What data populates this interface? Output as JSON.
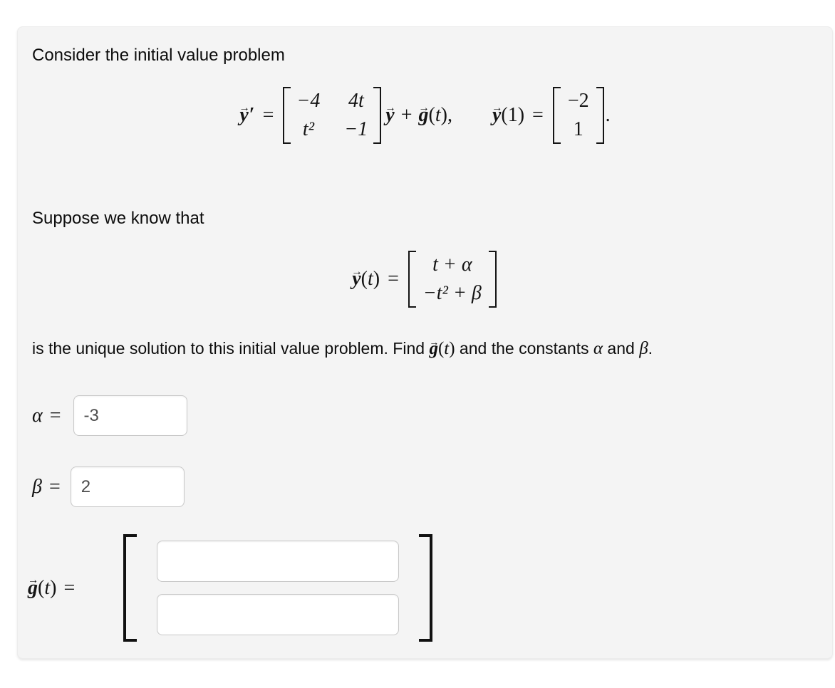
{
  "colors": {
    "page_bg": "#ffffff",
    "card_bg": "#f4f4f4",
    "text": "#0d0d0d",
    "math": "#141414",
    "input_border": "#c8c8c8",
    "input_text": "#4d4d4d"
  },
  "intro": {
    "text": "Consider the initial value problem"
  },
  "equation_ivp": {
    "lhs": {
      "y": "y",
      "arrow": "→",
      "prime": "′"
    },
    "equals": "=",
    "matrix": {
      "rows": [
        [
          "−4",
          "4t"
        ],
        [
          "t²",
          "−1"
        ]
      ]
    },
    "y_term": {
      "y": "y",
      "arrow": "→"
    },
    "plus": "+",
    "g_term": {
      "g": "g",
      "arrow": "→",
      "open": "(",
      "var": "t",
      "close": "),"
    },
    "initial_condition": {
      "y": "y",
      "arrow": "→",
      "open": "(",
      "arg": "1",
      "close": ")",
      "equals": "="
    },
    "ic_vector": {
      "rows": [
        "−2",
        "1"
      ]
    },
    "period": "."
  },
  "suppose": {
    "text": "Suppose we know that"
  },
  "equation_solution": {
    "lhs": {
      "y": "y",
      "arrow": "→",
      "open": "(",
      "var": "t",
      "close": ")"
    },
    "equals": "=",
    "vector": {
      "rows": [
        "t + α",
        "−t² + β"
      ]
    }
  },
  "sentence": {
    "part1": "is the unique solution to this initial value problem. Find ",
    "g": "g",
    "arrow": "→",
    "g_open": "(",
    "g_var": "t",
    "g_close": ")",
    "part2": " and the constants ",
    "alpha": "α",
    "part3": " and ",
    "beta": "β",
    "period": "."
  },
  "alpha_field": {
    "symbol": "α",
    "equals": "=",
    "value": "-3"
  },
  "beta_field": {
    "symbol": "β",
    "equals": "=",
    "value": "2"
  },
  "g_field": {
    "g": "g",
    "arrow": "→",
    "open": "(",
    "var": "t",
    "close": ")",
    "equals": "=",
    "row1_value": "",
    "row2_value": ""
  }
}
